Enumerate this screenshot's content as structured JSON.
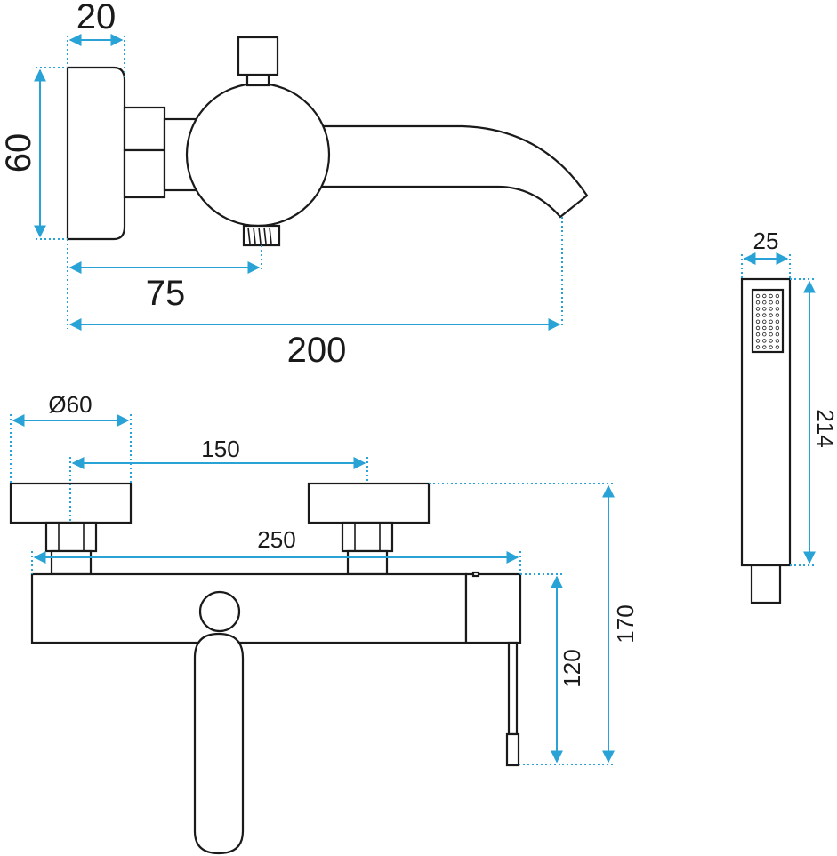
{
  "dimensions": {
    "top_depth": "20",
    "top_height": "60",
    "top_inlet_offset": "75",
    "top_spout_length": "200",
    "handshower_width": "25",
    "handshower_length": "214",
    "connection_diameter": "Ø60",
    "connection_spacing": "150",
    "body_width": "250",
    "body_height": "120",
    "total_height": "170"
  },
  "colors": {
    "outline": "#1a1a1a",
    "dimension_line": "#29a3d6",
    "background": "#ffffff"
  }
}
